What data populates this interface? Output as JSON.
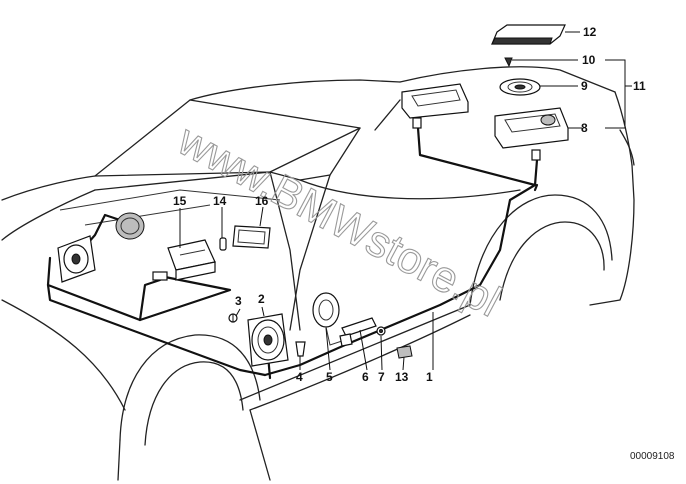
{
  "watermark": "www.BMWstore.pl",
  "diagram_code": "00009108",
  "callouts": {
    "c1": "1",
    "c2": "2",
    "c3": "3",
    "c4": "4",
    "c5": "5",
    "c6": "6",
    "c7": "7",
    "c8": "8",
    "c9": "9",
    "c10": "10",
    "c11": "11",
    "c12": "12",
    "c13": "13",
    "c14": "14",
    "c15": "15",
    "c16": "16"
  }
}
